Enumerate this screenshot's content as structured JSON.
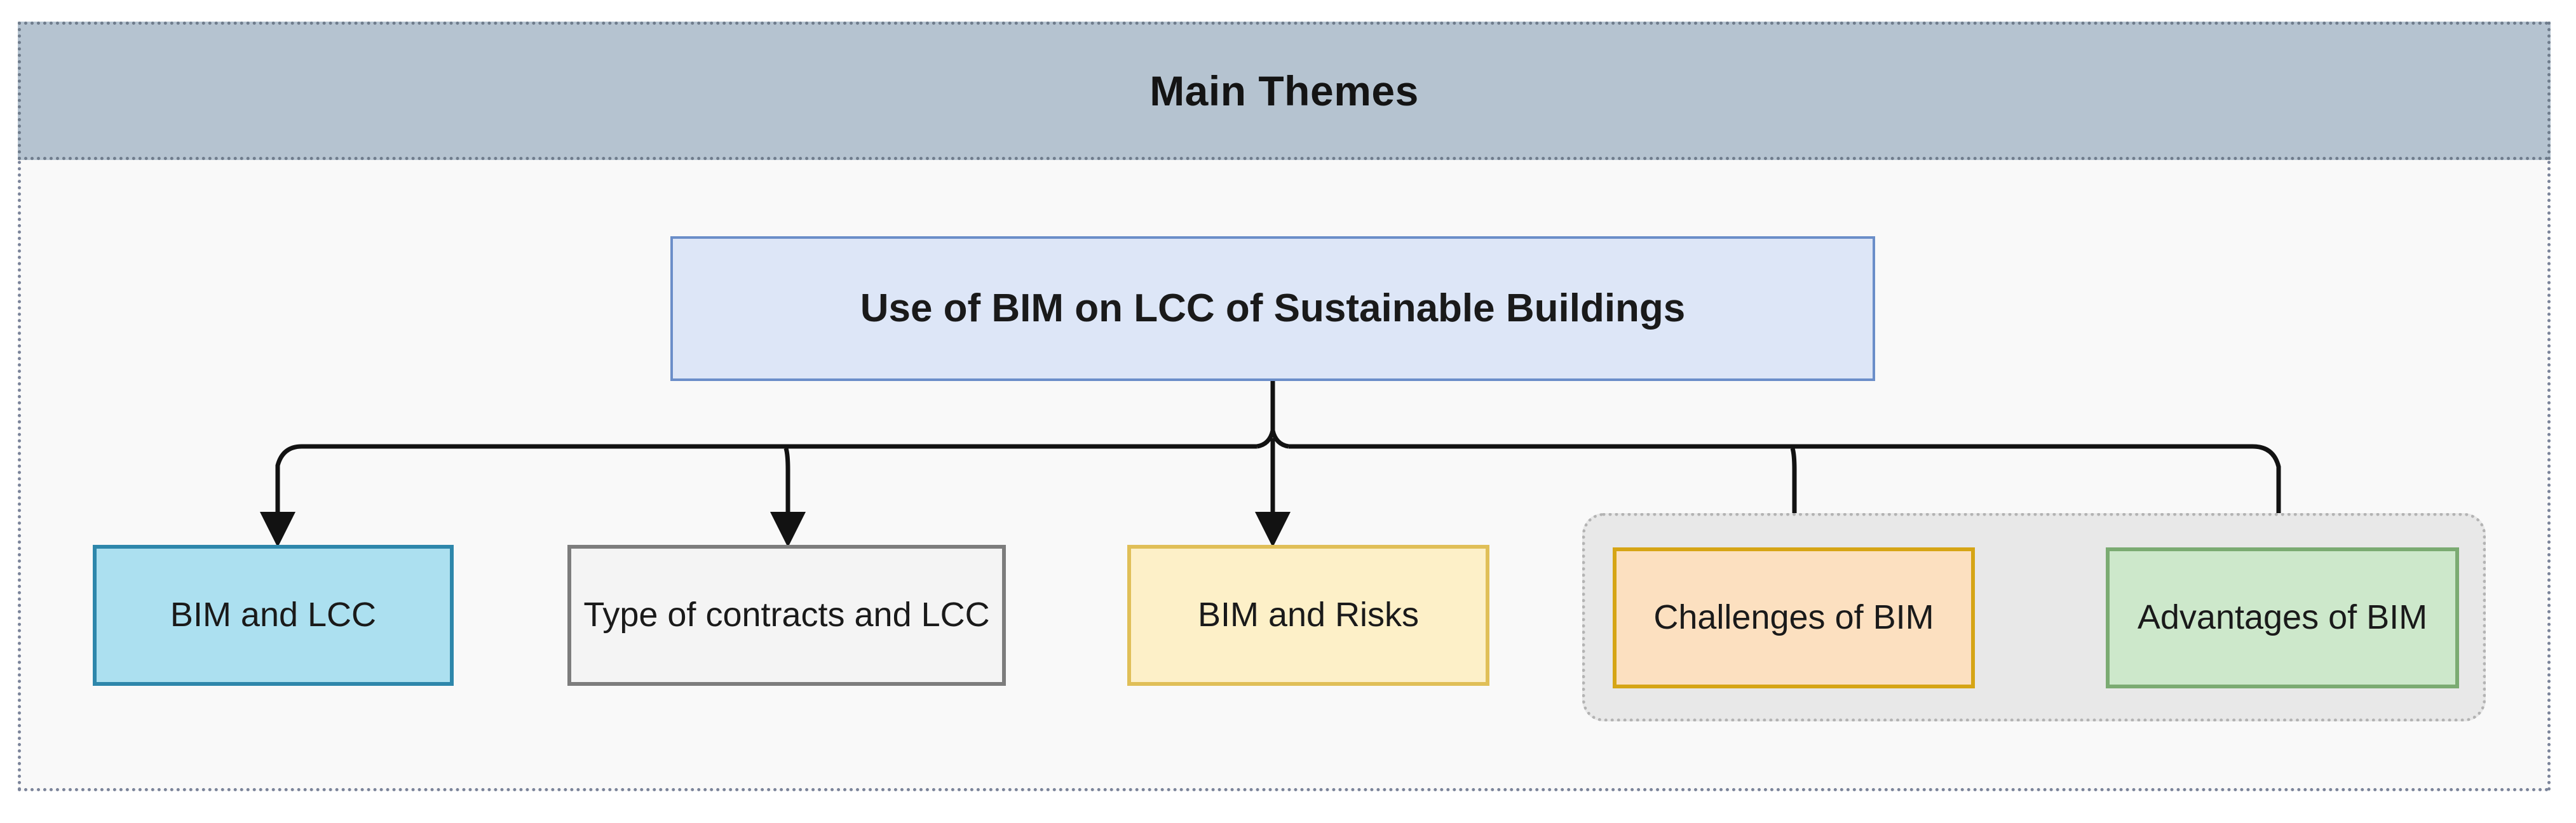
{
  "header": {
    "title": "Main Themes"
  },
  "root": {
    "label": "Use of BIM on LCC of Sustainable Buildings",
    "fill": "#dde6f7",
    "border": "#6b8ec9"
  },
  "branches": [
    {
      "id": "bim-and-lcc",
      "label": "BIM and LCC",
      "fill": "#ace0f0",
      "border": "#2e87ab"
    },
    {
      "id": "type-of-contracts-and-lcc",
      "label": "Type of contracts and LCC",
      "fill": "#f4f4f4",
      "border": "#7d7d7d"
    },
    {
      "id": "bim-and-risks",
      "label": "BIM and Risks",
      "fill": "#fdf0c8",
      "border": "#e0bf58"
    },
    {
      "id": "challenges-of-bim",
      "label": "Challenges of BIM",
      "fill": "#fce0c0",
      "border": "#d6a515"
    },
    {
      "id": "advantages-of-bim",
      "label": "Advantages of BIM",
      "fill": "#cde8cb",
      "border": "#7bab72"
    }
  ],
  "group": {
    "id": "bim-assessment-group",
    "fill": "#e8e8e8",
    "border": "#b3b3b3"
  },
  "canvas": {
    "frame_fill": "#f9f9f9",
    "frame_border": "#7b849a",
    "header_fill": "#b5c3d0",
    "connector_color": "#121212"
  }
}
